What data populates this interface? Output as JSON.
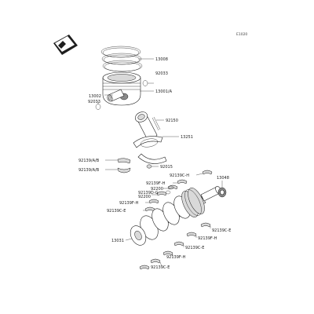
{
  "figure_number": "E1020",
  "part_labels": [
    "13008",
    "92033",
    "13001/A",
    "13002",
    "92033",
    "92150",
    "13251",
    "92139/A/B",
    "92139/A/B",
    "92015",
    "13048",
    "92139C-H",
    "92139F-H",
    "92200",
    "92139D-G",
    "92200",
    "92139F-H",
    "92139C-E",
    "13031",
    "92139C-E",
    "92139F-H",
    "92139C-E",
    "92139F-H",
    "92139C-E"
  ],
  "colors": {
    "line": "#1e1e1e",
    "text": "#222222",
    "shade": "#d9d9d9",
    "dark": "#8a8a8a",
    "background": "#ffffff"
  },
  "icons": {
    "front_indicator": "front-arrow-icon"
  }
}
